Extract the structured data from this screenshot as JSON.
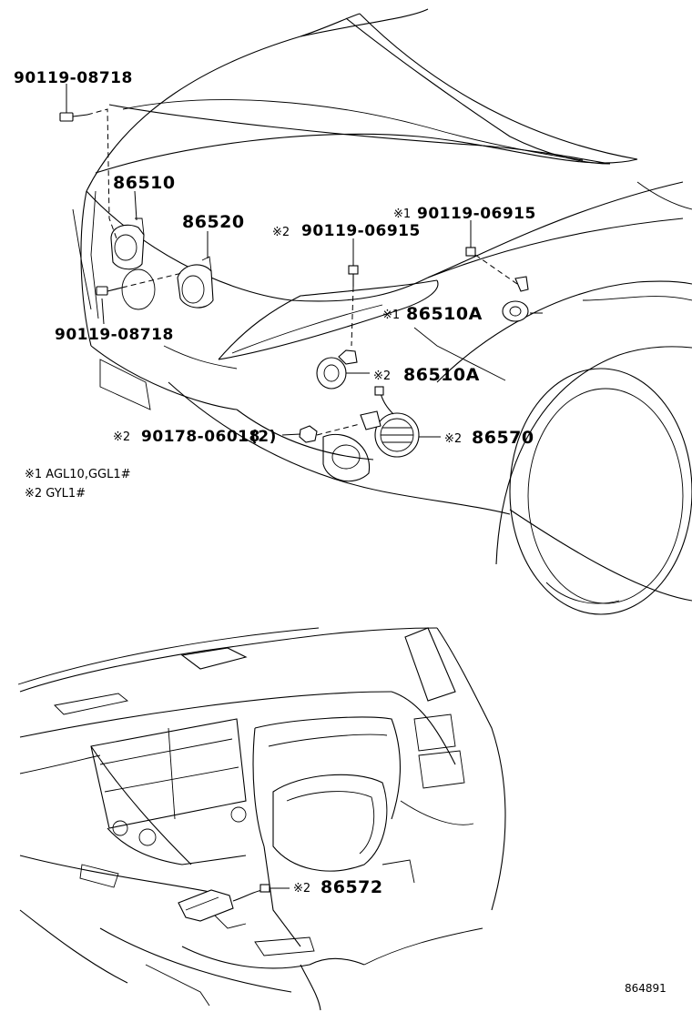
{
  "callouts": {
    "bolt_top": "90119-08718",
    "horn_low": "86510",
    "horn_high": "86520",
    "bolt_left": "90119-08718",
    "bolt_center_mark": "※2",
    "bolt_center": "90119-06915",
    "bolt_right_mark": "※1",
    "bolt_right": "90119-06915",
    "horn_a_right_mark": "※1",
    "horn_a_right": "86510A",
    "horn_a_center_mark": "※2",
    "horn_a_center": "86510A",
    "nut_mark": "※2",
    "nut": "90178-06018",
    "nut_qty": "(2)",
    "sensor_mark": "※2",
    "sensor": "86570",
    "controller_mark": "※2",
    "controller": "86572"
  },
  "notes": [
    "※1 AGL10,GGL1#",
    "※2 GYL1#"
  ],
  "figure_number": "864891"
}
